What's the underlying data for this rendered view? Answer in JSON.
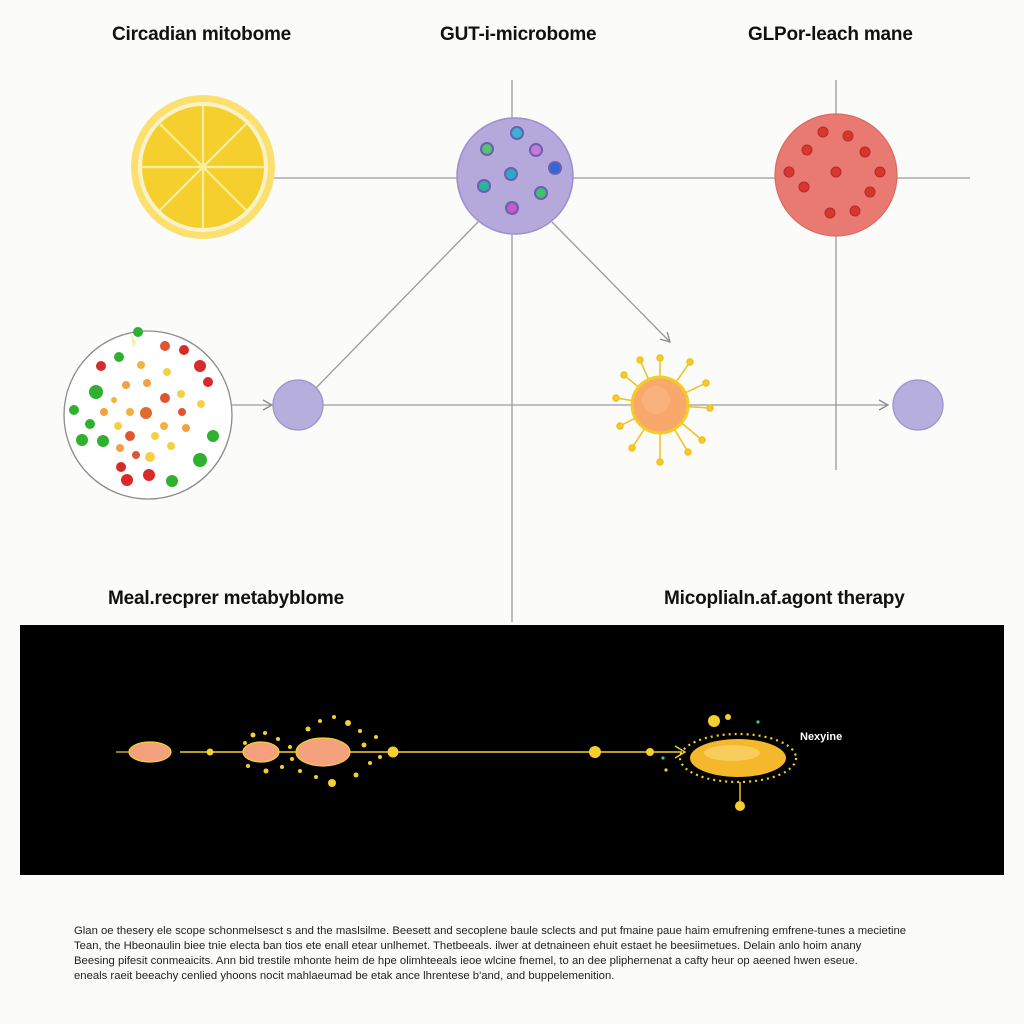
{
  "titles": {
    "top_left": "Circadian mitobome",
    "top_center": "GUT-i-microbome",
    "top_right": "GLPor-leach mane",
    "bottom_left": "Meal.recprer metabyblome",
    "bottom_right": "Micoplialn.af.agont therapy"
  },
  "timeline": {
    "label": "Nexyine"
  },
  "caption": {
    "lines": [
      "Glan oe thesery ele scope schonmelsesct s and the maslsilme. Beesett and secoplene baule sclects and put fmaine paue haim emufrening emfrene-tunes a mecietine",
      "Tean, the Hbeonaulin biee tnie electa ban tios ete enall etear unlhemet. Thetbeeals. ilwer at detnaineen ehuit estaet he beesiimetues. Delain anlo hoim anany",
      "Beesing pifesit conmeaicits. Ann bid trestile mhonte heim de hpe olimhteeals ieoe wlcine fnemel, to an dee pliphernenat a cafty heur op aeened hwen eseue.",
      "eneals raeit beeachy cenlied yhoons nocit mahlaeumad be etak ance lhrentese b'and, and buppelemenition."
    ]
  },
  "colors": {
    "lemon": "#f5cf2e",
    "lemon_rind": "#fbe070",
    "gut_circle": "#b5a9dc",
    "red_circle": "#e87a72",
    "node_purple": "#b6aedd",
    "orange_cell": "#f7a86a",
    "panel_bg": "#000000",
    "timeline_yellow": "#f5cf2e"
  }
}
